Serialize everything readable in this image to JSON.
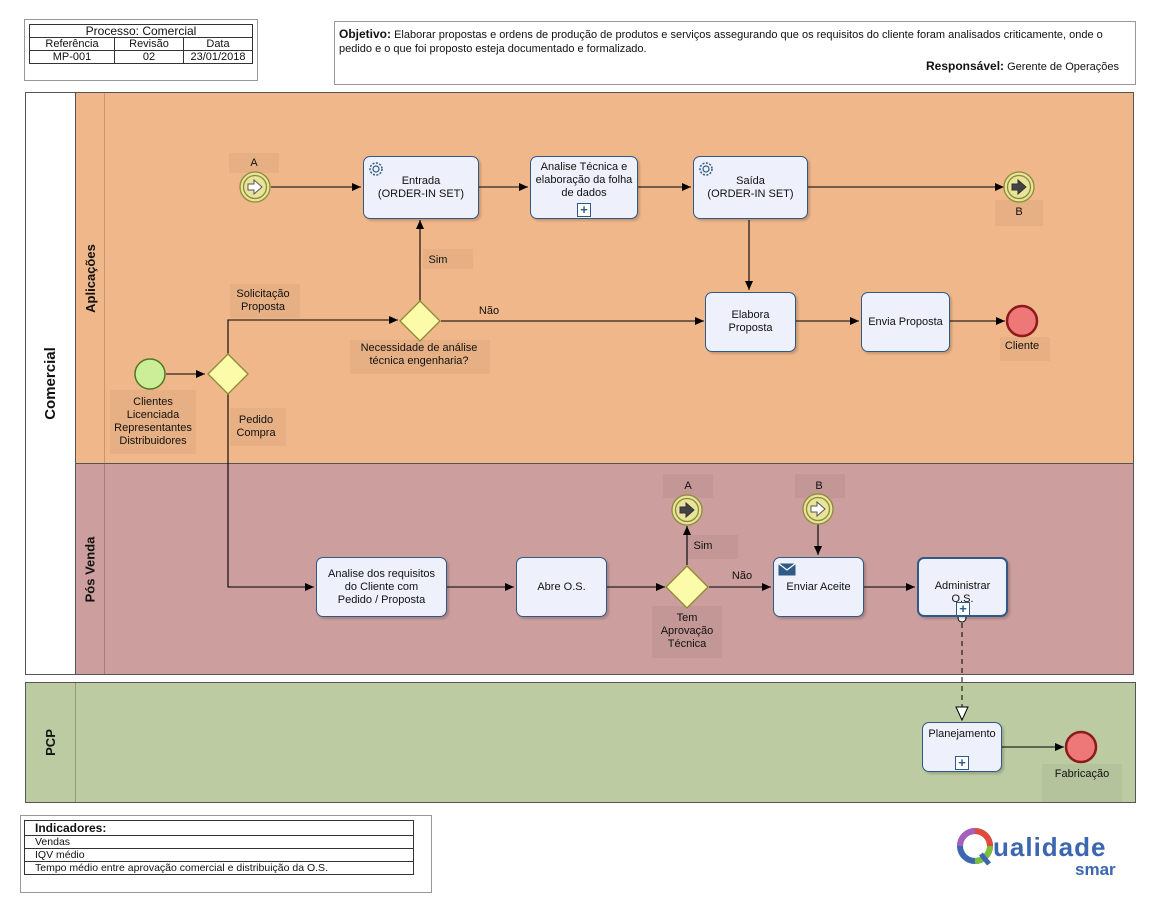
{
  "header": {
    "process": "Processo: Comercial",
    "col_headers": [
      "Referência",
      "Revisão",
      "Data"
    ],
    "values": [
      "MP-001",
      "02",
      "23/01/2018"
    ]
  },
  "objective": {
    "label": "Objetivo:",
    "text": "Elaborar propostas e ordens de produção de produtos e serviços assegurando que os requisitos do cliente foram analisados criticamente, onde o pedido e o que foi proposto esteja documentado e formalizado.",
    "responsible_label": "Responsável:",
    "responsible": "Gerente de Operações"
  },
  "pools": {
    "comercial": "Comercial",
    "aplicacoes": "Aplicações",
    "pos_venda": "Pós Venda",
    "pcp": "PCP"
  },
  "colors": {
    "aplicacoes_bg": "#f0b88a",
    "aplicacoes_side": "#f0b88a",
    "pos_venda_bg": "#cc9e9e",
    "pcp_bg": "#bccba2",
    "task_fill": "#eef0fb",
    "task_stroke": "#2f5a86",
    "gateway_fill": "#fbfbaa",
    "start_fill": "#ccee99",
    "end_fill": "#ee7777",
    "link_fill": "#e8e49a"
  },
  "tasks": {
    "entrada": "Entrada\n(ORDER-IN SET)",
    "analise_tecnica": "Analise Técnica e\nelaboração da folha\nde dados",
    "saida": "Saída\n(ORDER-IN SET)",
    "elabora": "Elabora\nProposta",
    "envia": "Envia  Proposta",
    "analise_requisitos": "Analise dos requisitos\ndo Cliente com\nPedido / Proposta",
    "abre_os": "Abre O.S.",
    "enviar_aceite": "Enviar Aceite",
    "administrar": "Administrar O.S.",
    "planejamento": "Planejamento"
  },
  "labels": {
    "link_a_top": "A",
    "link_b_top": "B",
    "link_a_bottom": "A",
    "link_b_bottom": "B",
    "sim_1": "Sim",
    "nao_1": "Não",
    "solicitacao": "Solicitação\nProposta",
    "necessidade": "Necessidade  de análise\ntécnica engenharia?",
    "pedido": "Pedido\nCompra",
    "clientes": "Clientes\nLicenciada\nRepresentantes\nDistribuidores",
    "cliente": "Cliente",
    "sim_2": "Sim",
    "nao_2": "Não",
    "tem_aprovacao": "Tem\nAprovação\nTécnica",
    "fabricacao": "Fabricação"
  },
  "indicators": {
    "title": "Indicadores:",
    "items": [
      "Vendas",
      "IQV médio",
      "Tempo médio entre aprovação comercial e distribuição da O.S."
    ]
  },
  "logo": {
    "text": "ualidade",
    "sub": "smar"
  }
}
